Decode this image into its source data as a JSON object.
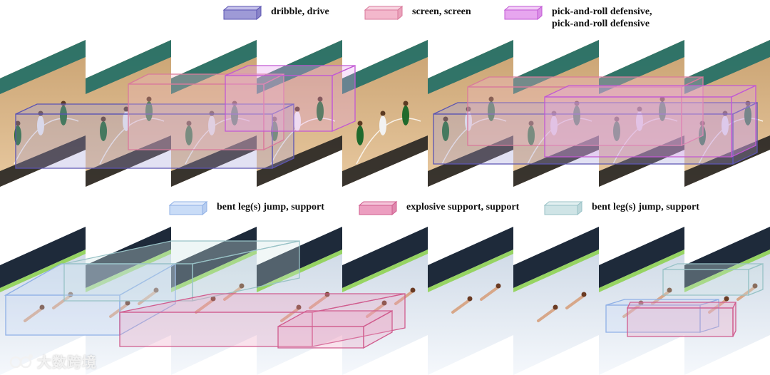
{
  "legend_top": [
    {
      "label": "dribble, drive",
      "fill": "#9e9ad6",
      "stroke": "#5b54b2"
    },
    {
      "label": "screen, screen",
      "fill": "#f3b8cc",
      "stroke": "#d9799b"
    },
    {
      "lines": [
        "pick-and-roll defensive,",
        "pick-and-roll defensive"
      ],
      "fill": "#e7a6ef",
      "stroke": "#c158d4"
    }
  ],
  "legend_bottom": [
    {
      "label": "bent leg(s) jump, support",
      "fill": "#c9dcf7",
      "stroke": "#8fb0e6"
    },
    {
      "label": "explosive support, support",
      "fill": "#ec9ec0",
      "stroke": "#d05c8e"
    },
    {
      "label": "bent leg(s) jump, support",
      "fill": "#cfe4e6",
      "stroke": "#98c2c6"
    }
  ],
  "scenes": {
    "basketball": {
      "floor": "#e3c39a",
      "court": "#1f6e66",
      "tube_colors": [
        "#5b54b2",
        "#d9799b",
        "#c158d4"
      ]
    },
    "gymnastics": {
      "floor": "#eef2f8",
      "banner": "#1e2a3a",
      "tube_colors": [
        "#8fb0e6",
        "#d05c8e",
        "#98c2c6"
      ]
    }
  },
  "watermark": {
    "text": "大数跨境",
    "icon": "logo-icon"
  }
}
